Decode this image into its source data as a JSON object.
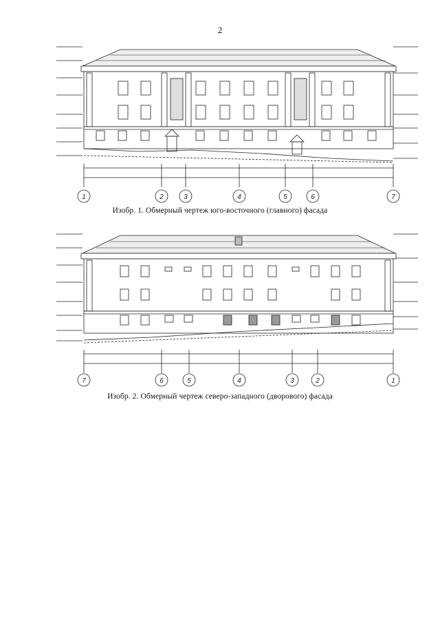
{
  "page": {
    "number": "2"
  },
  "figures": [
    {
      "caption": "Изобр. 1. Обмерный чертеж юго-восточного (главного) фасада",
      "axis_labels": [
        "1",
        "2",
        "3",
        "4",
        "5",
        "6",
        "7"
      ]
    },
    {
      "caption": "Изобр. 2. Обмерный чертеж северо-западного (дворового) фасада",
      "axis_labels": [
        "7",
        "6",
        "5",
        "4",
        "3",
        "2",
        "1"
      ]
    }
  ]
}
